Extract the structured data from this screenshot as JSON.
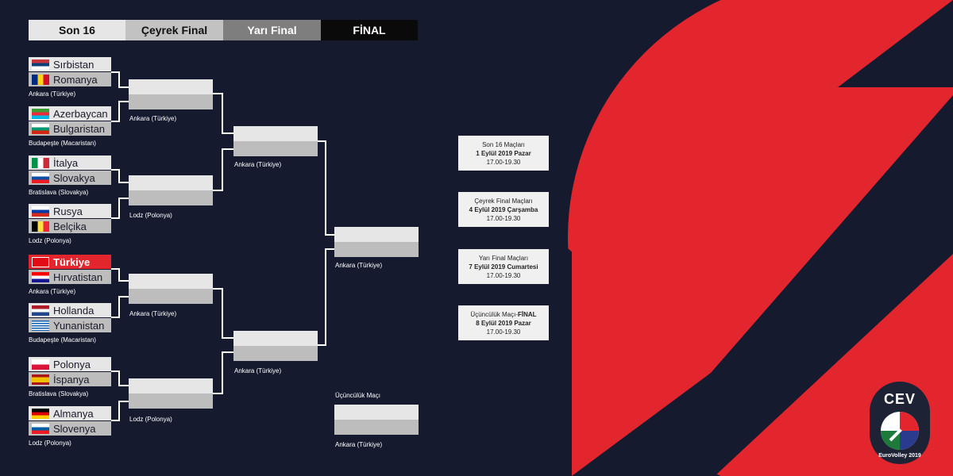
{
  "colors": {
    "background": "#161a2e",
    "accent_red": "#e3262d",
    "header_light": "#e6e6e6",
    "header_mid": "#c2c2c2",
    "header_dark": "#7e7e7e",
    "header_black": "#0a0a0a"
  },
  "header": {
    "round16": "Son 16",
    "quarter": "Çeyrek Final",
    "semi": "Yarı Final",
    "final": "FİNAL"
  },
  "round16": [
    {
      "team1": "Sırbistan",
      "flag1": "serbia-flag",
      "team2": "Romanya",
      "flag2": "romania-flag",
      "venue": "Ankara (Türkiye)"
    },
    {
      "team1": "Azerbaycan",
      "flag1": "azerbaijan-flag",
      "team2": "Bulgaristan",
      "flag2": "bulgaria-flag",
      "venue": "Budapeşte (Macaristan)"
    },
    {
      "team1": "İtalya",
      "flag1": "italy-flag",
      "team2": "Slovakya",
      "flag2": "slovakia-flag",
      "venue": "Bratislava (Slovakya)"
    },
    {
      "team1": "Rusya",
      "flag1": "russia-flag",
      "team2": "Belçika",
      "flag2": "belgium-flag",
      "venue": "Lodz (Polonya)"
    },
    {
      "team1": "Türkiye",
      "flag1": "turkey-flag",
      "team2": "Hırvatistan",
      "flag2": "croatia-flag",
      "venue": "Ankara (Türkiye)"
    },
    {
      "team1": "Hollanda",
      "flag1": "netherlands-flag",
      "team2": "Yunanistan",
      "flag2": "greece-flag",
      "venue": "Budapeşte (Macaristan)"
    },
    {
      "team1": "Polonya",
      "flag1": "poland-flag",
      "team2": "İspanya",
      "flag2": "spain-flag",
      "venue": "Bratislava (Slovakya)"
    },
    {
      "team1": "Almanya",
      "flag1": "germany-flag",
      "team2": "Slovenya",
      "flag2": "slovenia-flag",
      "venue": "Lodz (Polonya)"
    }
  ],
  "quarter_venues": [
    "Ankara (Türkiye)",
    "Lodz (Polonya)",
    "Ankara (Türkiye)",
    "Lodz (Polonya)"
  ],
  "semi_venues": [
    "Ankara (Türkiye)",
    "Ankara (Türkiye)"
  ],
  "final_venue": "Ankara (Türkiye)",
  "third_place": {
    "label": "Üçüncülük Maçı",
    "venue": "Ankara (Türkiye)"
  },
  "schedule": [
    {
      "title": "Son 16 Maçları",
      "date": "1 Eylül 2019 Pazar",
      "time": "17.00-19.30"
    },
    {
      "title": "Çeyrek Final Maçları",
      "date": "4 Eylül 2019 Çarşamba",
      "time": "17.00-19.30"
    },
    {
      "title": "Yarı Final Maçları",
      "date": "7 Eylül 2019 Cumartesi",
      "time": "17.00-19.30"
    },
    {
      "title_prefix": "Üçüncülük Maçı-",
      "title_bold": "FİNAL",
      "date": "8 Eylül 2019 Pazar",
      "time": "17.00-19.30"
    }
  ],
  "logo": {
    "brand": "CEV",
    "tagline": "EuroVolley 2019"
  }
}
